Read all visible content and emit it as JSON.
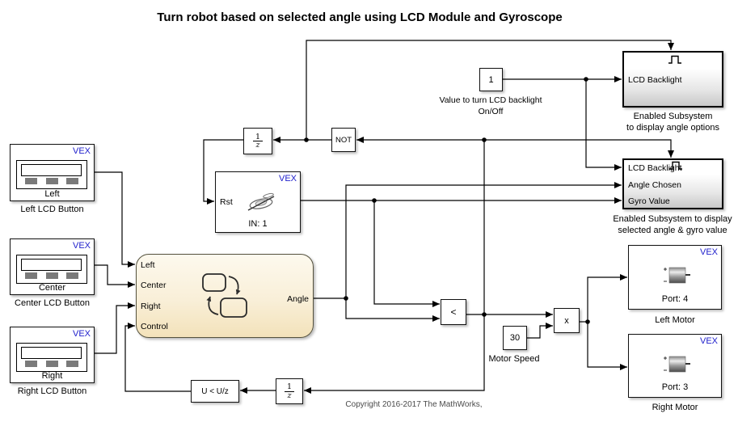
{
  "title": "Turn robot based on selected angle using LCD Module and Gyroscope",
  "copyright": "Copyright 2016-2017 The MathWorks,",
  "brand": "VEX",
  "lcd_buttons": {
    "left": {
      "label": "Left",
      "caption": "Left LCD Button"
    },
    "center": {
      "label": "Center",
      "caption": "Center LCD Button"
    },
    "right": {
      "label": "Right",
      "caption": "Right LCD Button"
    }
  },
  "chart": {
    "inputs": [
      "Left",
      "Center",
      "Right",
      "Control"
    ],
    "output": "Angle"
  },
  "unit_delay": {
    "numerator": "1",
    "denominator": "z"
  },
  "not_block": {
    "label": "NOT"
  },
  "gyro": {
    "reset_port": "Rst",
    "port": "IN: 1"
  },
  "backlight_constant": {
    "value": "1",
    "caption": "Value to turn LCD backlight On/Off"
  },
  "subsystem_angle_options": {
    "ports": [
      "LCD Backlight"
    ],
    "caption_line1": "Enabled Subsystem",
    "caption_line2": "to display angle options"
  },
  "subsystem_display": {
    "ports": [
      "LCD Backlight",
      "Angle Chosen",
      "Gyro Value"
    ],
    "caption_line1": "Enabled Subsystem to display",
    "caption_line2": "selected angle & gyro value"
  },
  "relational": {
    "label": "<"
  },
  "motor_speed": {
    "value": "30",
    "caption": "Motor Speed"
  },
  "product": {
    "label": "x"
  },
  "left_motor": {
    "port": "Port: 4",
    "caption": "Left Motor"
  },
  "right_motor": {
    "port": "Port: 3",
    "caption": "Right Motor"
  },
  "detect_decrease": {
    "label": "U < U/z"
  },
  "colors": {
    "vex_blue": "#2121cc",
    "chart_fill_top": "#fdf9ee",
    "chart_fill_bottom": "#f3e2ba",
    "wire": "#000000"
  }
}
